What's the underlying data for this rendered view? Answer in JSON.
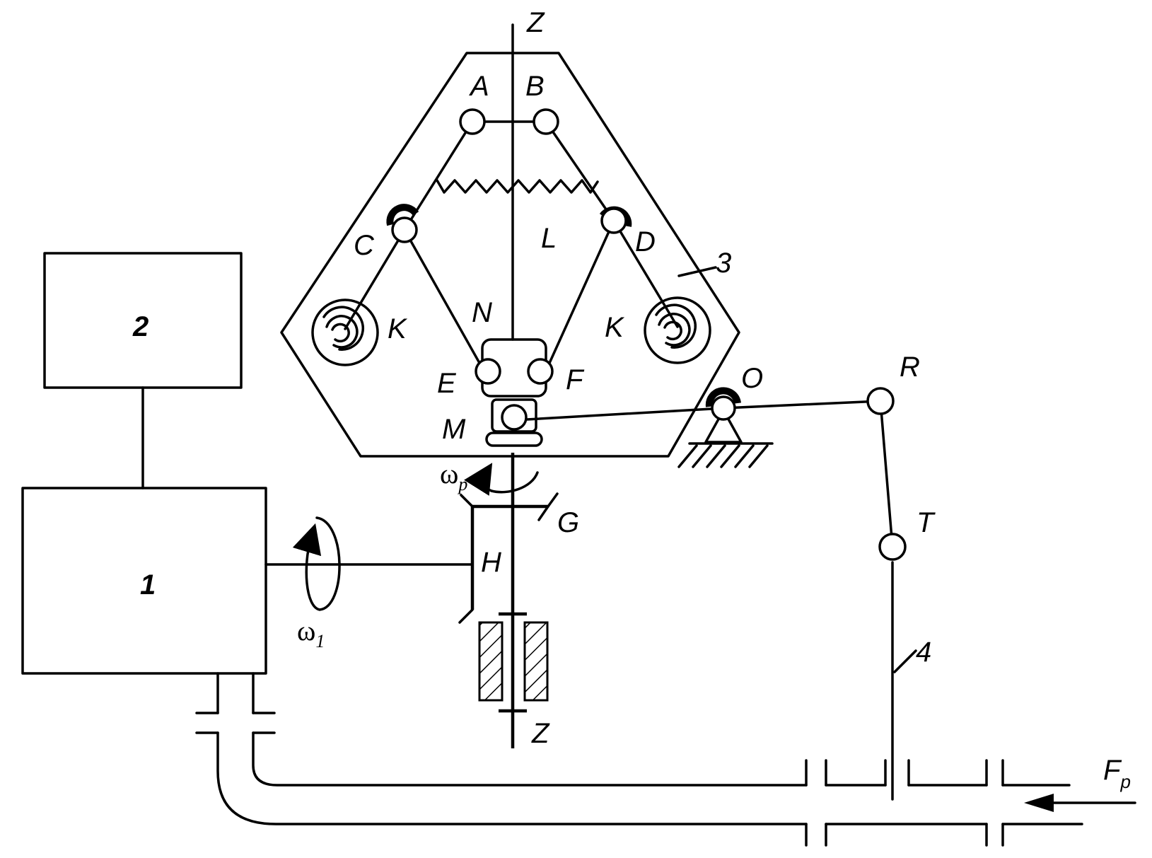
{
  "labels": {
    "z_top": "Z",
    "z_bottom": "Z",
    "a": "A",
    "b": "B",
    "c": "C",
    "d": "D",
    "e": "E",
    "f": "F",
    "k_left": "K",
    "k_right": "K",
    "l": "L",
    "n": "N",
    "m": "M",
    "o": "O",
    "r": "R",
    "t": "T",
    "g": "G",
    "h": "H"
  },
  "blocks": {
    "block1": "1",
    "block2": "2"
  },
  "callouts": {
    "housing": "3",
    "rod": "4"
  },
  "quantities": {
    "omega_p": "ω",
    "omega_p_sub": "p",
    "omega_1": "ω",
    "omega_1_sub": "1",
    "force": "F",
    "force_sub": "p"
  }
}
